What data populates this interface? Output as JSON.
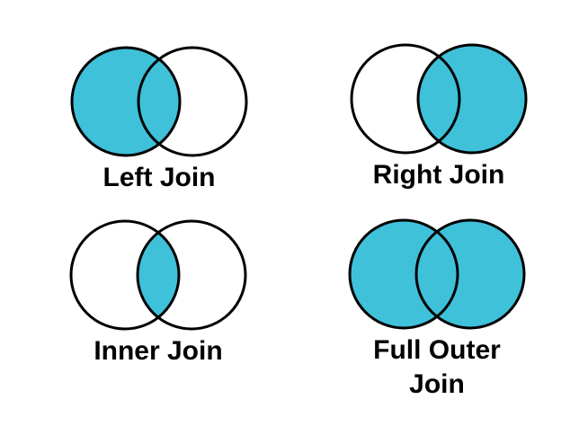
{
  "colors": {
    "highlight": "#3FC1DA",
    "circle_stroke": "#000000",
    "label_text": "#000000",
    "background": "#FFFFFF"
  },
  "diagrams": [
    {
      "id": "left-join",
      "label": "Left Join",
      "shaded_regions": [
        "left",
        "intersection"
      ]
    },
    {
      "id": "right-join",
      "label": "Right Join",
      "shaded_regions": [
        "right",
        "intersection"
      ]
    },
    {
      "id": "inner-join",
      "label": "Inner Join",
      "shaded_regions": [
        "intersection"
      ]
    },
    {
      "id": "full-outer-join",
      "label": "Full Outer Join",
      "shaded_regions": [
        "left",
        "right",
        "intersection"
      ]
    }
  ]
}
